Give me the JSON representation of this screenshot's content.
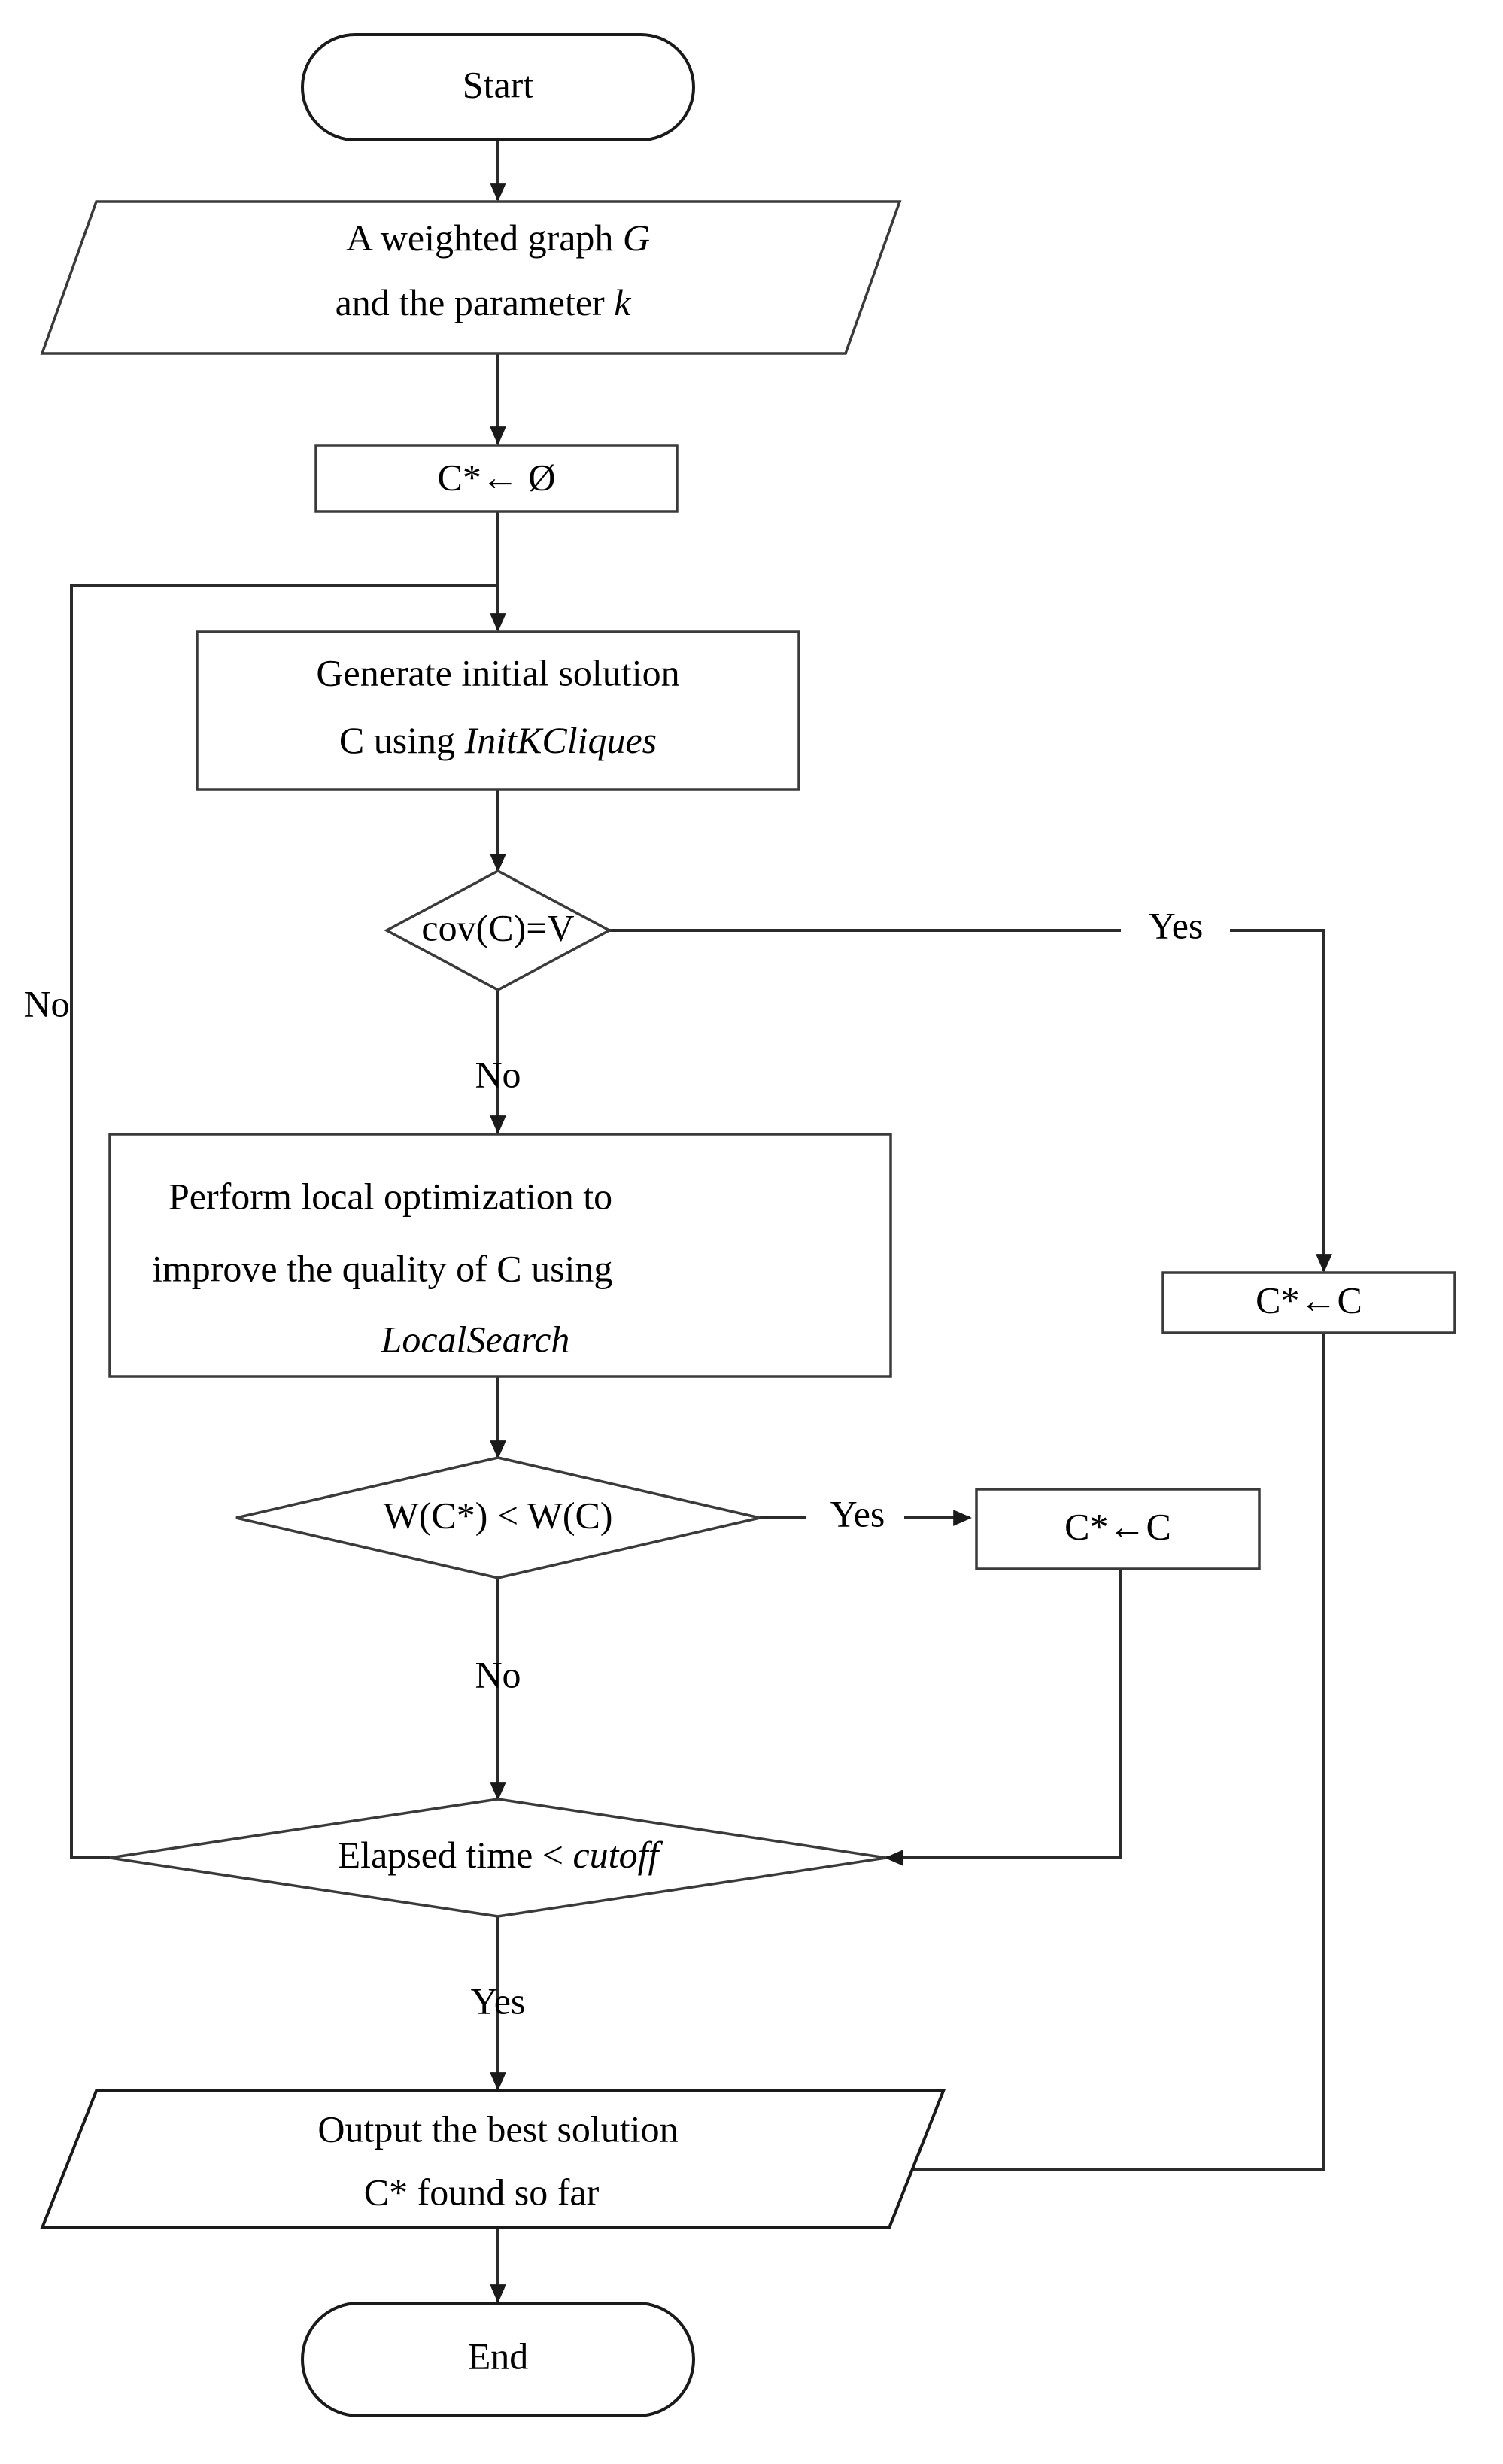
{
  "diagram": {
    "type": "flowchart",
    "title": "Algorithm flowchart for weighted k-clique cover heuristic",
    "colors": {
      "stroke": "#1a1a1a",
      "fill": "#ffffff",
      "text": "#000000",
      "connector": "#2b2b2b"
    },
    "nodes": [
      {
        "id": "start",
        "shape": "terminator",
        "lines": [
          "Start"
        ]
      },
      {
        "id": "input",
        "shape": "parallelogram",
        "lines": [
          "A weighted graph G",
          "and the parameter k"
        ],
        "italic_tokens": [
          "G",
          "k"
        ]
      },
      {
        "id": "init",
        "shape": "process",
        "lines": [
          "C*← Ø"
        ]
      },
      {
        "id": "gen",
        "shape": "process",
        "lines": [
          "Generate initial solution",
          "C using InitKCliques"
        ],
        "italic_tokens": [
          "InitKCliques"
        ]
      },
      {
        "id": "cov",
        "shape": "decision",
        "lines": [
          "cov(C)=V"
        ]
      },
      {
        "id": "assign_top",
        "shape": "process",
        "lines": [
          "C*←C"
        ]
      },
      {
        "id": "local",
        "shape": "process",
        "lines": [
          "Perform local optimization to",
          "improve the quality of C using",
          "LocalSearch"
        ],
        "italic_tokens": [
          "LocalSearch"
        ]
      },
      {
        "id": "cmp",
        "shape": "decision",
        "lines": [
          "W(C*) < W(C)"
        ]
      },
      {
        "id": "assign_mid",
        "shape": "process",
        "lines": [
          "C*←C"
        ]
      },
      {
        "id": "elapsed",
        "shape": "decision",
        "lines": [
          "Elapsed time < cutoff"
        ],
        "italic_tokens": [
          "cutoff"
        ]
      },
      {
        "id": "output",
        "shape": "parallelogram",
        "lines": [
          "Output the best solution",
          "C* found so far"
        ]
      },
      {
        "id": "end",
        "shape": "terminator",
        "lines": [
          "End"
        ]
      }
    ],
    "edge_labels": {
      "cov_yes": "Yes",
      "cov_no": "No",
      "cmp_yes": "Yes",
      "cmp_no": "No",
      "elapsed_yes": "Yes",
      "elapsed_no": "No"
    },
    "node_text": {
      "start": "Start",
      "input_line1_pre": "A weighted graph ",
      "input_line1_ital": "G",
      "input_line2_pre": "and the parameter ",
      "input_line2_ital": "k",
      "init": "C*← Ø",
      "gen_line1": "Generate initial solution",
      "gen_line2_pre": "C using ",
      "gen_line2_ital": "InitKCliques",
      "cov": "cov(C)=V",
      "assign_top": "C*←C",
      "local_line1": "Perform local optimization to",
      "local_line2": "improve the quality of C using",
      "local_line3_ital": "LocalSearch",
      "cmp": "W(C*) < W(C)",
      "assign_mid": "C*←C",
      "elapsed_pre": "Elapsed time < ",
      "elapsed_ital": "cutoff",
      "output_line1": "Output the best solution",
      "output_line2": "C* found so far",
      "end": "End"
    }
  }
}
